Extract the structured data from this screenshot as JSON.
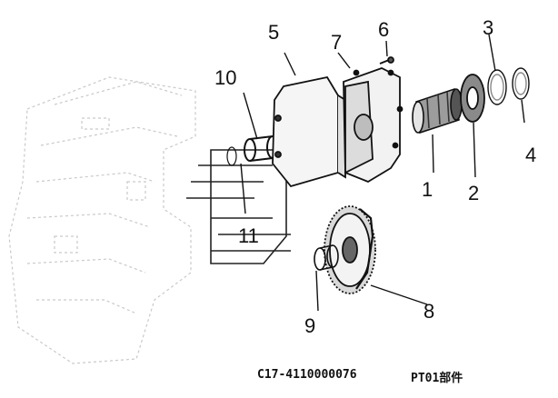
{
  "callouts": {
    "c1": "1",
    "c2": "2",
    "c3": "3",
    "c4": "4",
    "c5": "5",
    "c6": "6",
    "c7": "7",
    "c8": "8",
    "c9": "9",
    "c10": "10",
    "c11": "11"
  },
  "footer": {
    "part_number": "C17-4110000076",
    "part_label": "PT01部件"
  }
}
